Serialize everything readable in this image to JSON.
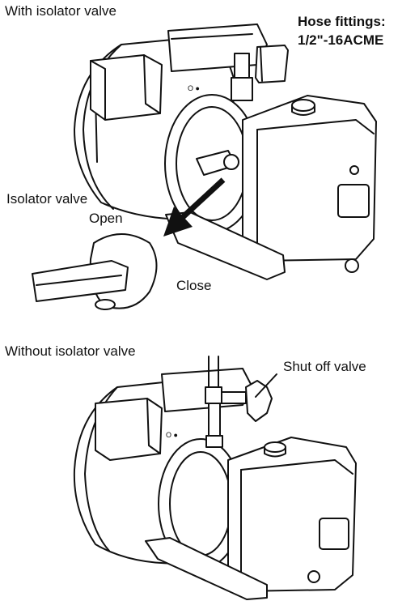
{
  "top": {
    "heading": "With isolator valve",
    "hose_title": "Hose fittings:",
    "hose_spec": "1/2\"-16ACME",
    "isolator_label": "Isolator valve",
    "open_label": "Open",
    "close_label": "Close"
  },
  "bottom": {
    "heading": "Without isolator valve",
    "shutoff_label": "Shut off valve"
  }
}
